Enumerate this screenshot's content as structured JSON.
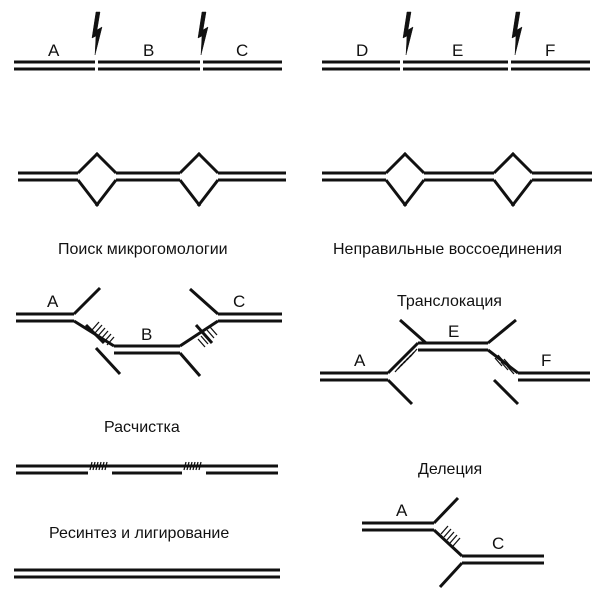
{
  "segments": {
    "a": "A",
    "b": "B",
    "c": "C",
    "d": "D",
    "e": "E",
    "f": "F"
  },
  "captions": {
    "microhomology": "Поиск микрогомологии",
    "misjoin": "Неправильные воссоединения",
    "translocation": "Транслокация",
    "trimming": "Расчистка",
    "deletion": "Делеция",
    "resynthesis": "Ресинтез и лигирование"
  },
  "icons": {
    "break": "lightning-bolt"
  },
  "colors": {
    "ink": "#111111",
    "background": "#ffffff"
  }
}
